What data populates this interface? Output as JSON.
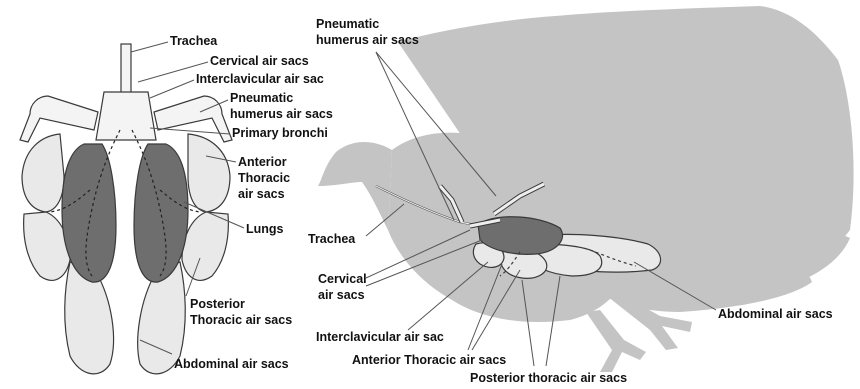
{
  "colors": {
    "background": "#ffffff",
    "bird_silhouette": "#c4c4c4",
    "lung_fill": "#6e6e6e",
    "air_sac_fill": "#e9e9e9",
    "outline": "#3a3a3a",
    "leader_line": "#555555",
    "label_text": "#111111"
  },
  "left_diagram": {
    "labels": {
      "trachea": "Trachea",
      "cervical": "Cervical air sacs",
      "interclavicular": "Interclavicular air sac",
      "pneumatic_1": "Pneumatic",
      "pneumatic_2": "humerus air sacs",
      "primary_bronchi": "Primary bronchi",
      "anterior_1": "Anterior",
      "anterior_2": "Thoracic",
      "anterior_3": "air sacs",
      "lungs": "Lungs",
      "posterior_1": "Posterior",
      "posterior_2": "Thoracic air sacs",
      "abdominal": "Abdominal air sacs"
    }
  },
  "right_diagram": {
    "labels": {
      "pneumatic_1": "Pneumatic",
      "pneumatic_2": "humerus air sacs",
      "trachea": "Trachea",
      "cervical_1": "Cervical",
      "cervical_2": "air sacs",
      "interclavicular": "Interclavicular air sac",
      "anterior": "Anterior Thoracic air sacs",
      "posterior": "Posterior thoracic air sacs",
      "abdominal": "Abdominal air sacs"
    }
  }
}
